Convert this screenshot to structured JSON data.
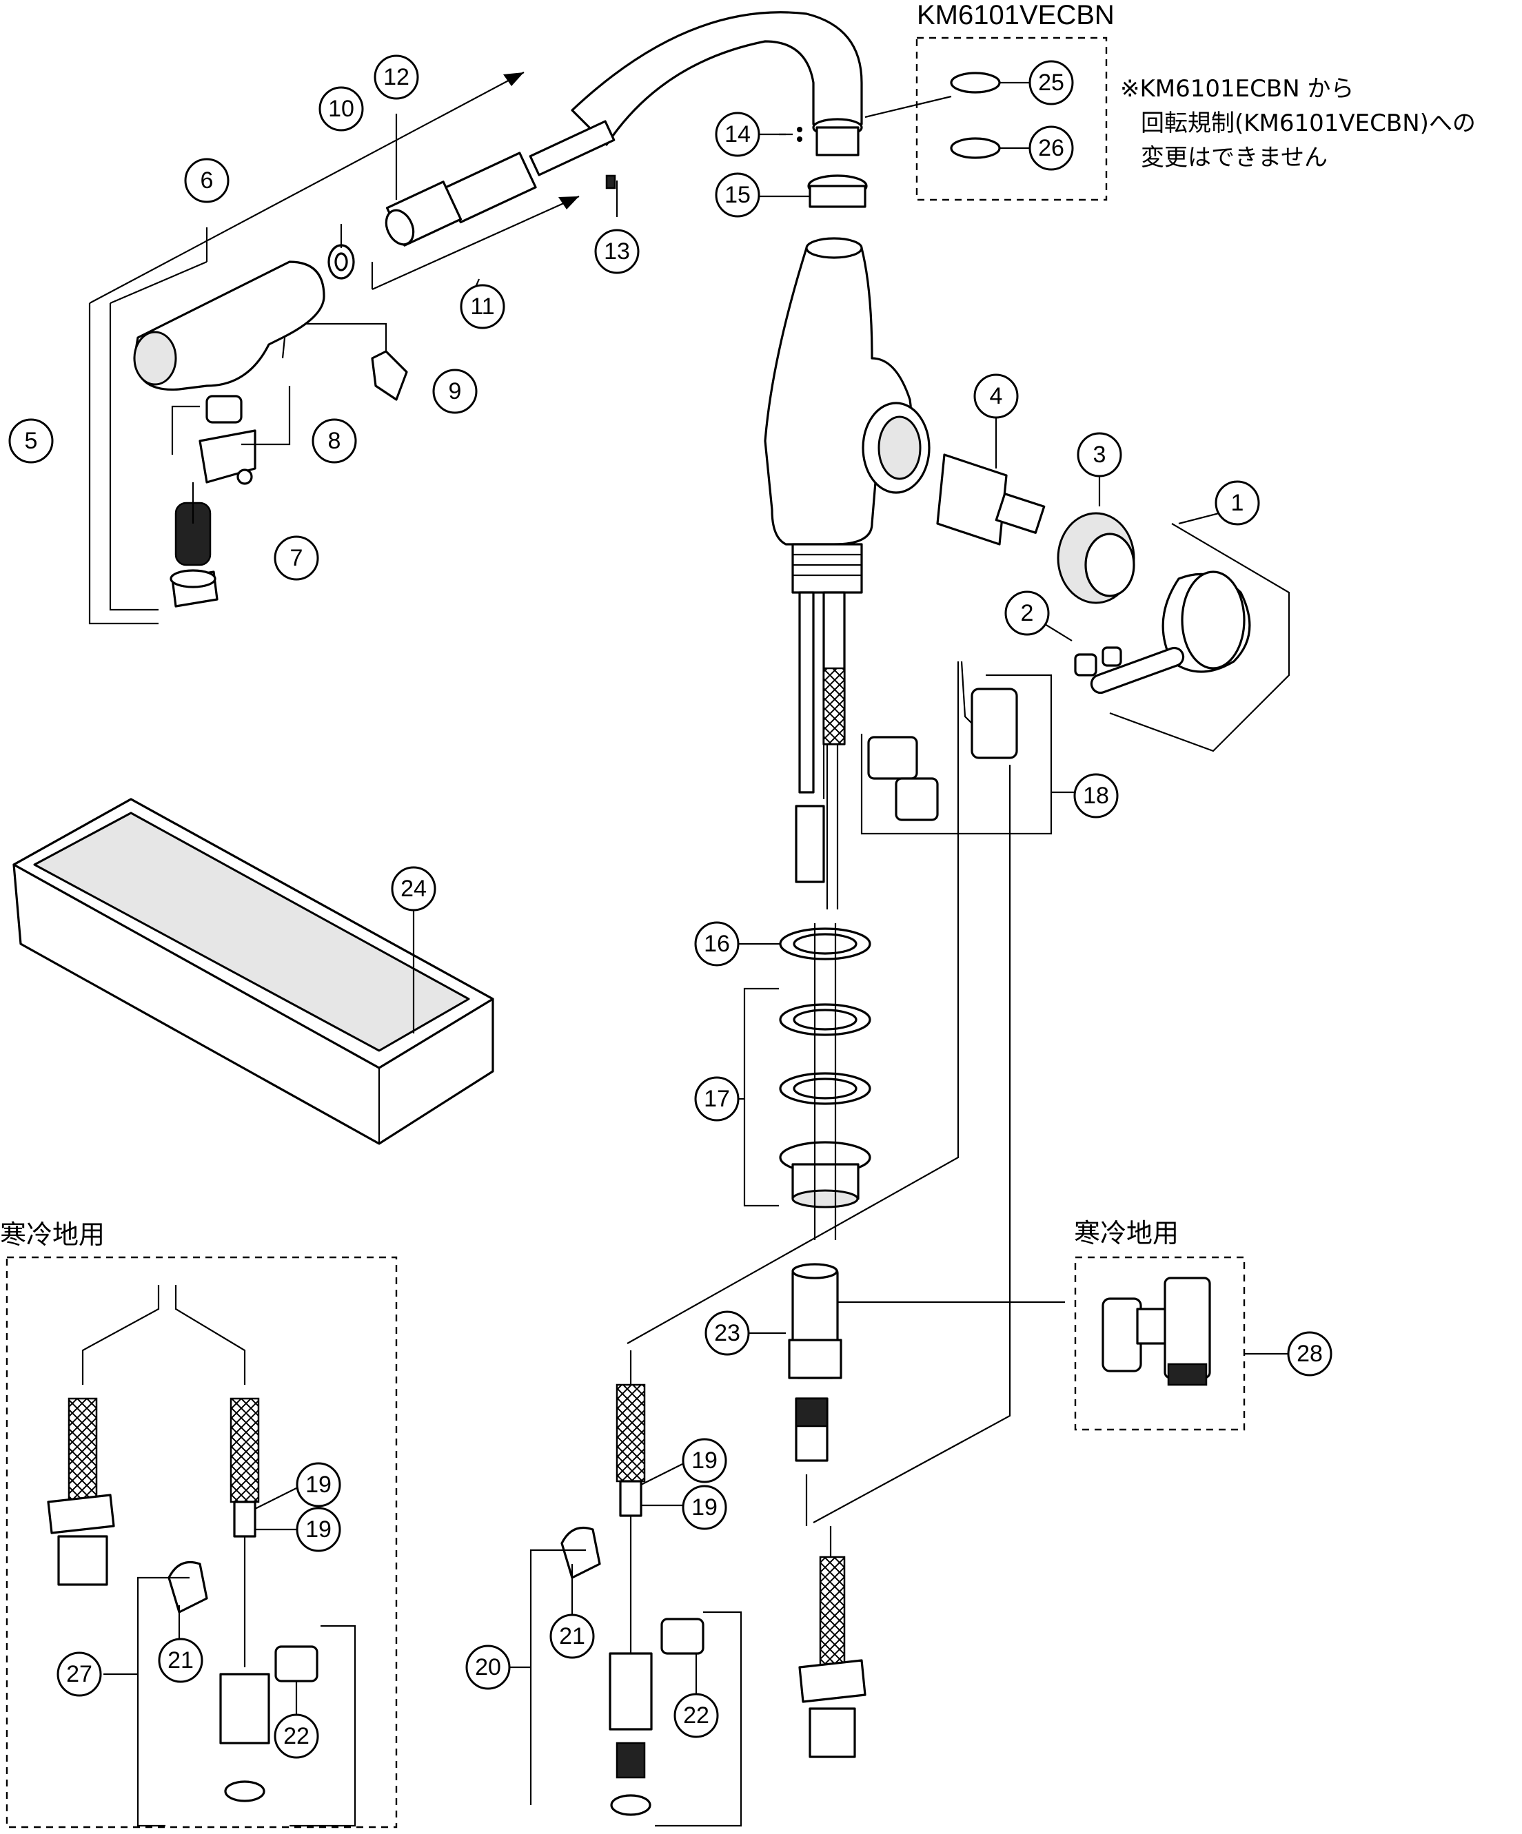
{
  "model_label": "KM6101VECBN",
  "note_lines": [
    "※KM6101ECBN から",
    "回転規制(KM6101VECBN)への",
    "変更はできません"
  ],
  "cold_region_label_left": "寒冷地用",
  "cold_region_label_right": "寒冷地用",
  "part_numbers": [
    "1",
    "2",
    "3",
    "4",
    "5",
    "6",
    "7",
    "8",
    "9",
    "10",
    "11",
    "12",
    "13",
    "14",
    "15",
    "16",
    "17",
    "18",
    "19",
    "19",
    "19",
    "19",
    "20",
    "21",
    "21",
    "22",
    "22",
    "23",
    "24",
    "25",
    "26",
    "27",
    "28"
  ]
}
